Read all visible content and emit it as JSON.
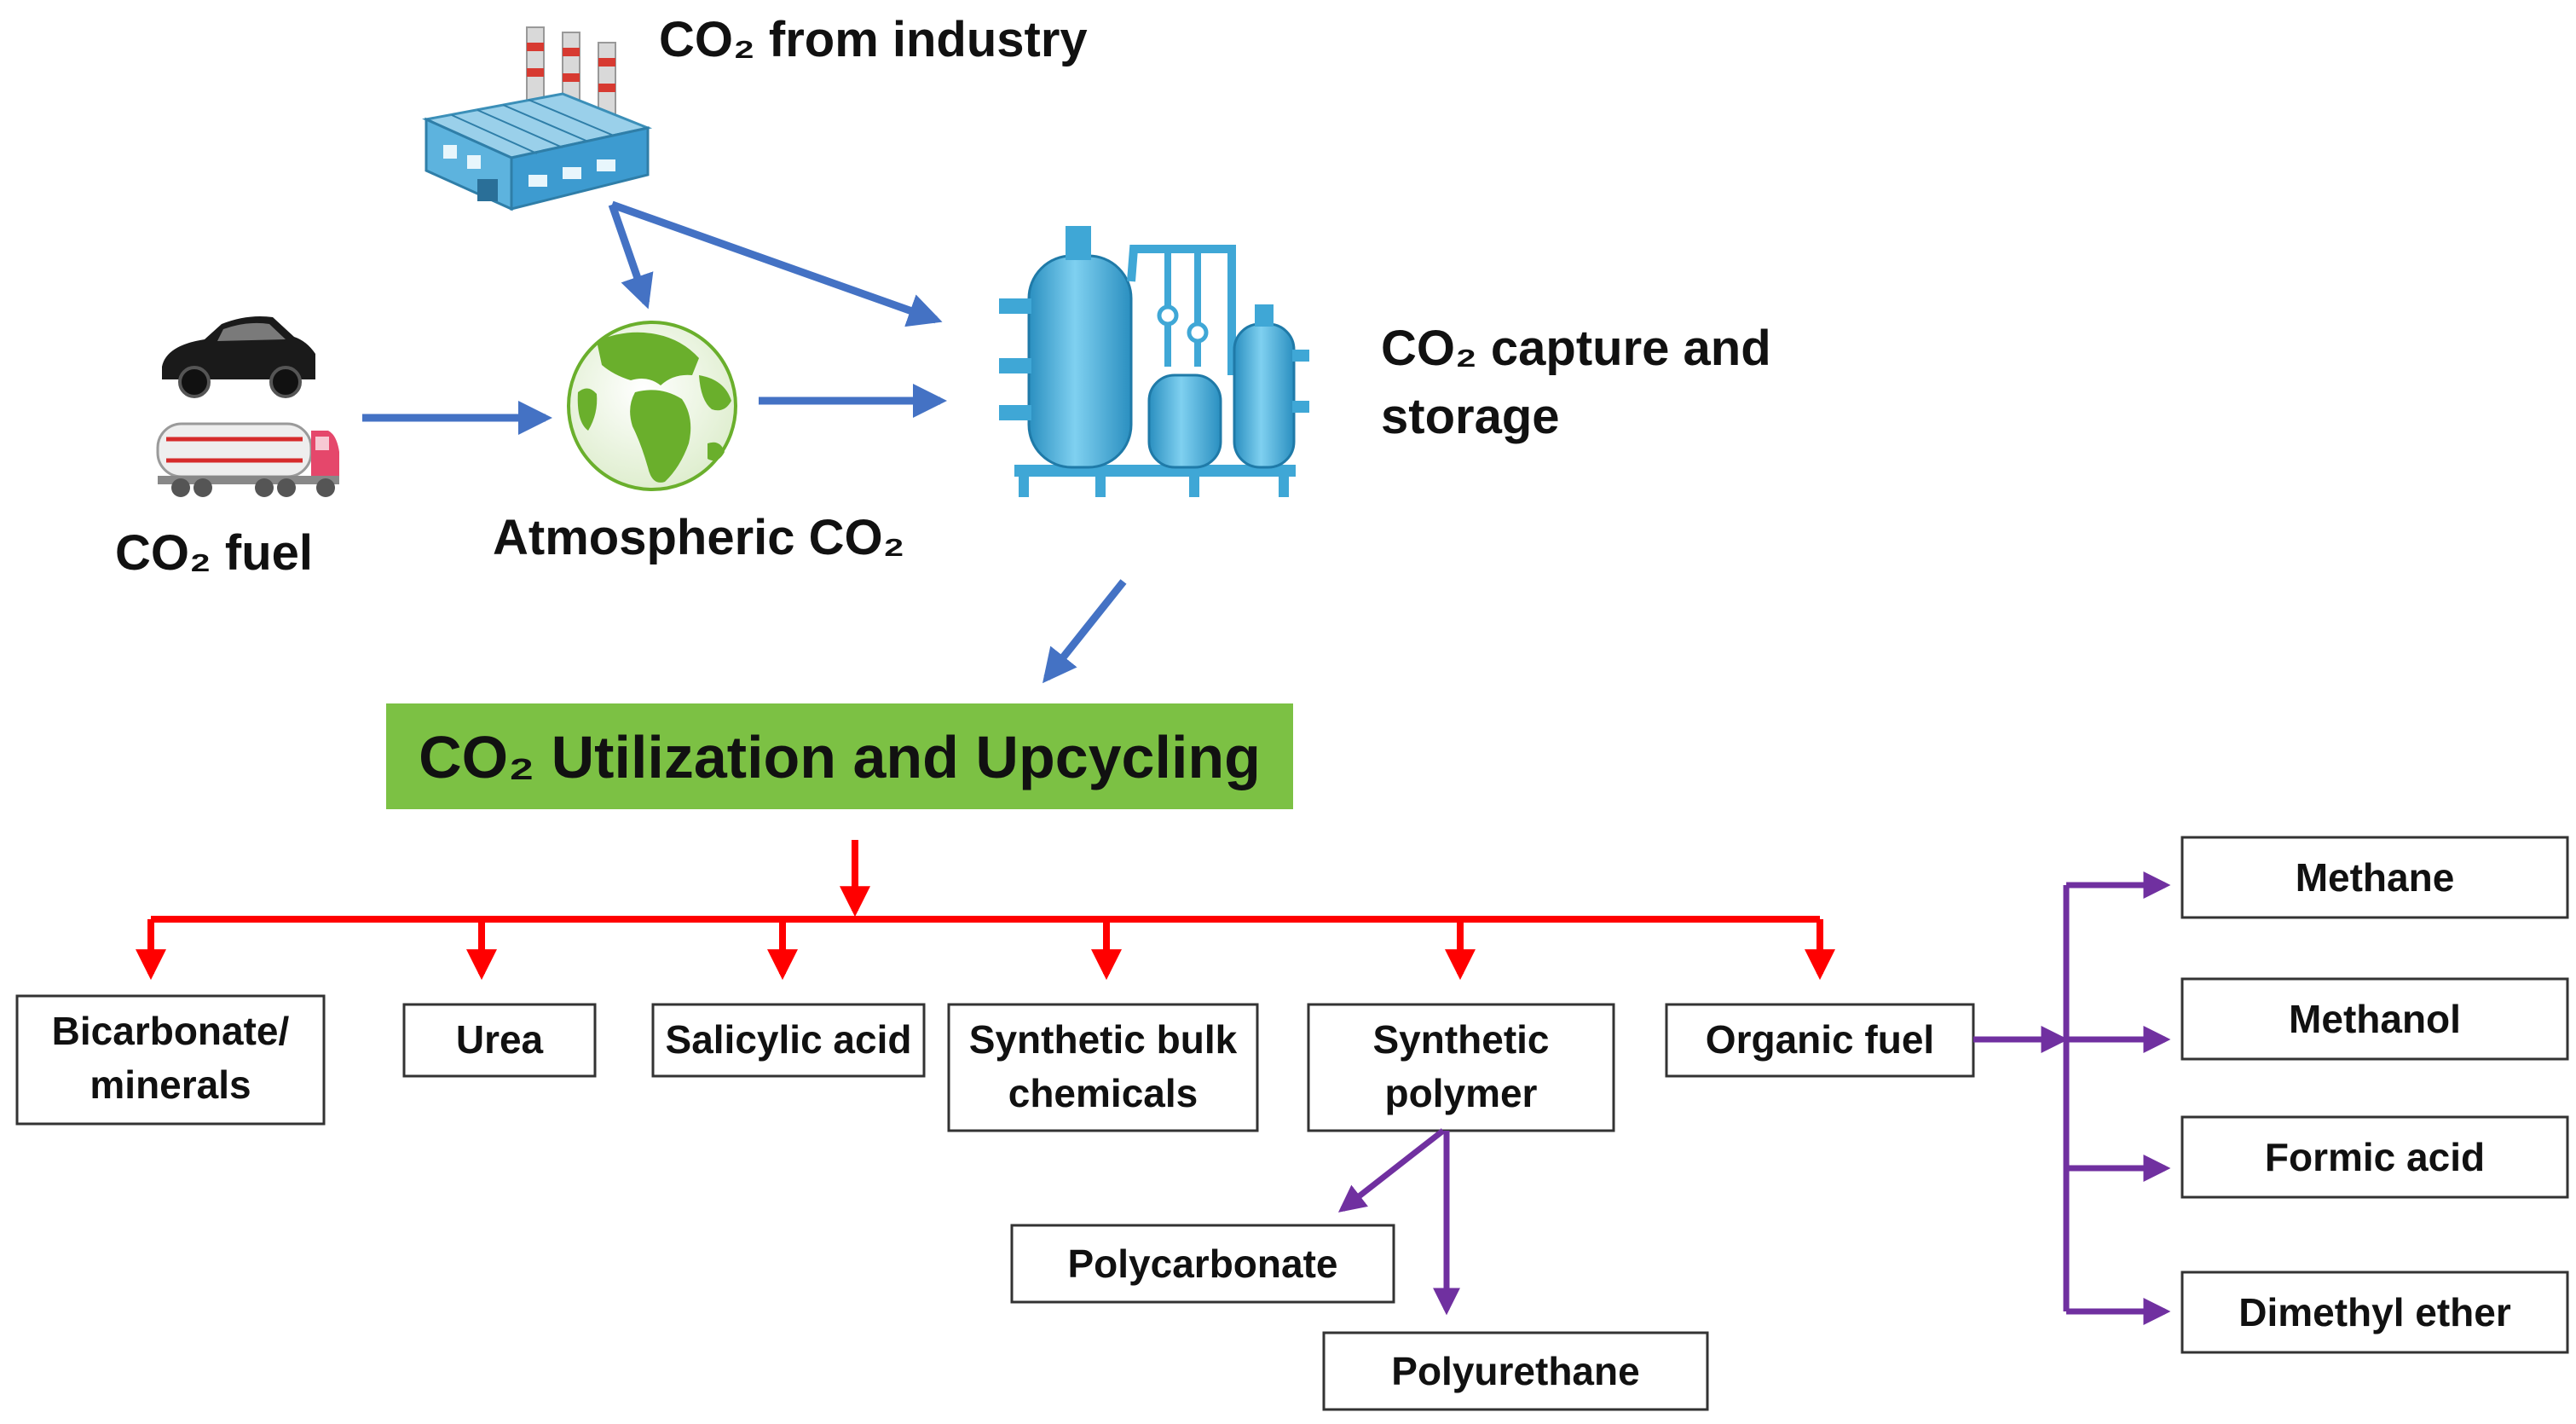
{
  "labels": {
    "industry": "CO₂ from industry",
    "fuel": "CO₂ fuel",
    "atmospheric": "Atmospheric CO₂",
    "capture_line1": "CO₂ capture and",
    "capture_line2": "storage"
  },
  "utilization": {
    "title": "CO₂ Utilization and Upcycling"
  },
  "products": [
    {
      "line1": "Bicarbonate/",
      "line2": "minerals"
    },
    {
      "line1": "Urea",
      "line2": ""
    },
    {
      "line1": "Salicylic acid",
      "line2": ""
    },
    {
      "line1": "Synthetic bulk",
      "line2": "chemicals"
    },
    {
      "line1": "Synthetic",
      "line2": "polymer"
    },
    {
      "line1": "Organic fuel",
      "line2": ""
    }
  ],
  "polymer_products": [
    "Polycarbonate",
    "Polyurethane"
  ],
  "fuel_products": [
    "Methane",
    "Methanol",
    "Formic acid",
    "Dimethyl ether"
  ],
  "colors": {
    "arrow_blue": "#4472C4",
    "arrow_red": "#FF0000",
    "arrow_purple": "#7030A0",
    "banner_green": "#7CC144",
    "earth_green": "#6AAF2C",
    "equipment_blue": "#3FA7D6"
  },
  "icons": [
    "factory-icon",
    "car-icon",
    "tanker-truck-icon",
    "earth-globe-icon",
    "capture-plant-icon"
  ]
}
